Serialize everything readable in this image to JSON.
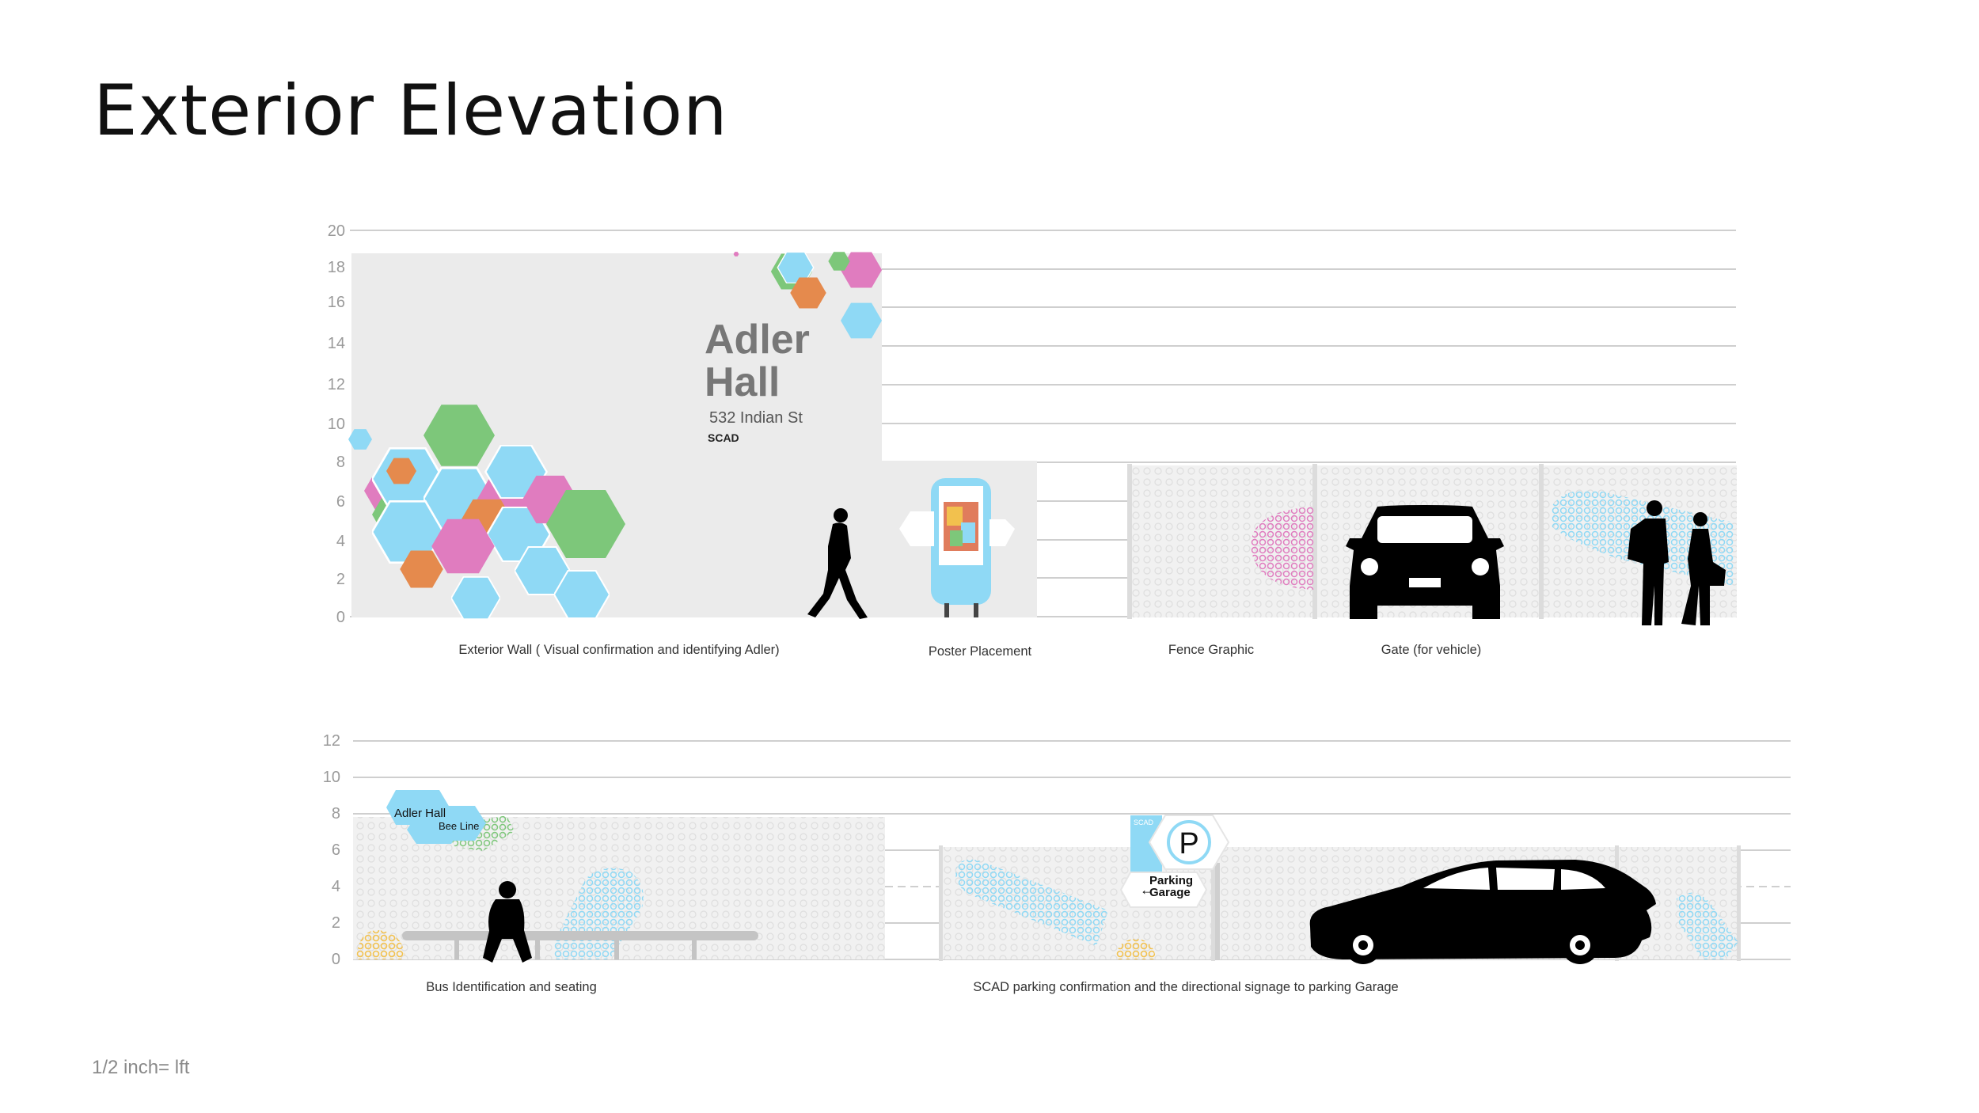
{
  "title": "Exterior Elevation",
  "scale_note": "1/2 inch= lft",
  "top_elevation": {
    "axis_ticks": [
      "20",
      "18",
      "16",
      "14",
      "12",
      "10",
      "8",
      "6",
      "4",
      "2",
      "0"
    ],
    "sign": {
      "name_line1": "Adler",
      "name_line2": "Hall",
      "address": "532 Indian St",
      "org": "SCAD"
    },
    "captions": {
      "wall": "Exterior Wall ( Visual confirmation and identifying Adler)",
      "poster": "Poster Placement",
      "fence": "Fence Graphic",
      "gate": "Gate (for vehicle)"
    }
  },
  "bottom_elevation": {
    "axis_ticks": [
      "12",
      "10",
      "8",
      "6",
      "4",
      "2",
      "0"
    ],
    "bus_sign": {
      "line1": "Adler Hall",
      "line2": "Bee Line"
    },
    "parking_sign": {
      "top": "SCAD",
      "letter": "P",
      "line1": "Parking",
      "line2": "Garage"
    },
    "captions": {
      "bus": "Bus Identification and seating",
      "parking": "SCAD parking confirmation and the directional signage to parking Garage"
    }
  },
  "colors": {
    "blue": "#8fd9f5",
    "pink": "#e07cbf",
    "green": "#7dc77a",
    "orange": "#e58a4d",
    "yellow": "#f2c14e",
    "wall": "#ebebeb",
    "grid": "#cfcfcf"
  }
}
